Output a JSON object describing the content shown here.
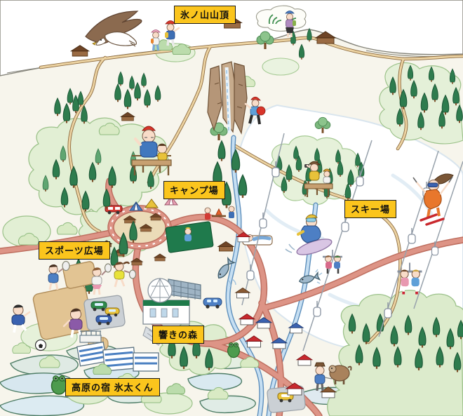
{
  "map": {
    "labels": [
      {
        "id": "summit",
        "text": "氷ノ山山頂"
      },
      {
        "id": "camp",
        "text": "キャンプ場"
      },
      {
        "id": "ski",
        "text": "スキー場"
      },
      {
        "id": "sports",
        "text": "スポーツ広場"
      },
      {
        "id": "hibiki",
        "text": "響きの森"
      },
      {
        "id": "lodge",
        "text": "高原の宿 氷太くん"
      }
    ],
    "colors": {
      "label_background": "#FBC51D",
      "label_border": "#1a1a1a",
      "road": "#DD9486",
      "trail": "#ECD3A2",
      "river": "#C6DFF2",
      "conifer": "#2E7C4E",
      "bush": "#D9EAC4",
      "snow": "#FFFFFF",
      "background": "#F7F5EC"
    },
    "features": [
      "eagle",
      "summit-hikers",
      "mountain-huts",
      "alpine-grass-patch",
      "rock-climber",
      "waterfall",
      "lookout-deck",
      "campground-loop",
      "tents",
      "bungalows",
      "campfire",
      "bird-watcher",
      "ski-lift",
      "chairlift-riders",
      "skier",
      "snowboarder",
      "tennis-kids",
      "soccer-kid",
      "parking-cars",
      "dome-hall",
      "lodge-building",
      "village-houses",
      "rice-terraces",
      "frogs",
      "leaping-fish",
      "dog-walker"
    ]
  }
}
